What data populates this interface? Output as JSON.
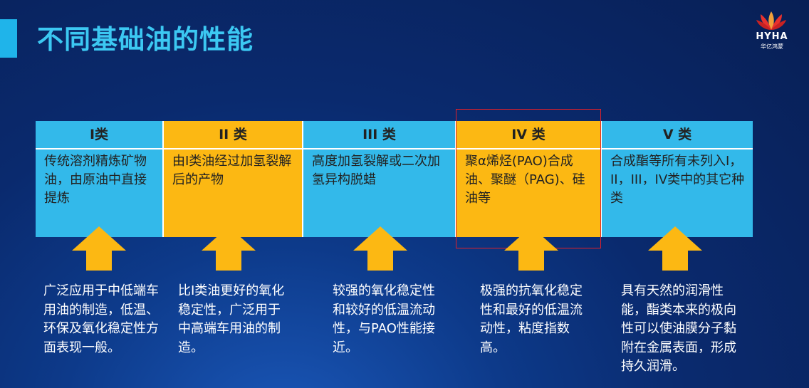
{
  "title": "不同基础油的性能",
  "logo": {
    "brand": "HYHA",
    "sub": "华亿鸿蒙"
  },
  "columns": [
    {
      "header": "I类",
      "body": "传统溶剂精炼矿物油，由原油中直接提炼",
      "color": "#33b9ea"
    },
    {
      "header": "II 类",
      "body": "由I类油经过加氢裂解后的产物",
      "color": "#fcb813"
    },
    {
      "header": "III 类",
      "body": "高度加氢裂解或二次加氢异构脱蜡",
      "color": "#33b9ea"
    },
    {
      "header": "IV 类",
      "body": "聚α烯烃(PAO)合成油、聚醚（PAG)、硅油等",
      "color": "#fcb813"
    },
    {
      "header": "V 类",
      "body": "合成酯等所有未列入I，II，III，IV类中的其它种类",
      "color": "#33b9ea"
    }
  ],
  "descriptions": [
    "广泛应用于中低端车用油的制造，低温、环保及氧化稳定性方面表现一般。",
    "比I类油更好的氧化稳定性，广泛用于中高端车用油的制造。",
    "较强的氧化稳定性和较好的低温流动性，与PAO性能接近。",
    "极强的抗氧化稳定性和最好的低温流动性，粘度指数高。",
    "具有天然的润滑性能，酯类本来的极向性可以使油膜分子黏附在金属表面，形成持久润滑。"
  ],
  "colors": {
    "accent": "#1fb4ea",
    "title": "#3cc8f2",
    "blue_cell": "#33b9ea",
    "gold_cell": "#fcb813",
    "arrow": "#fcb813",
    "highlight": "#e0202a"
  }
}
